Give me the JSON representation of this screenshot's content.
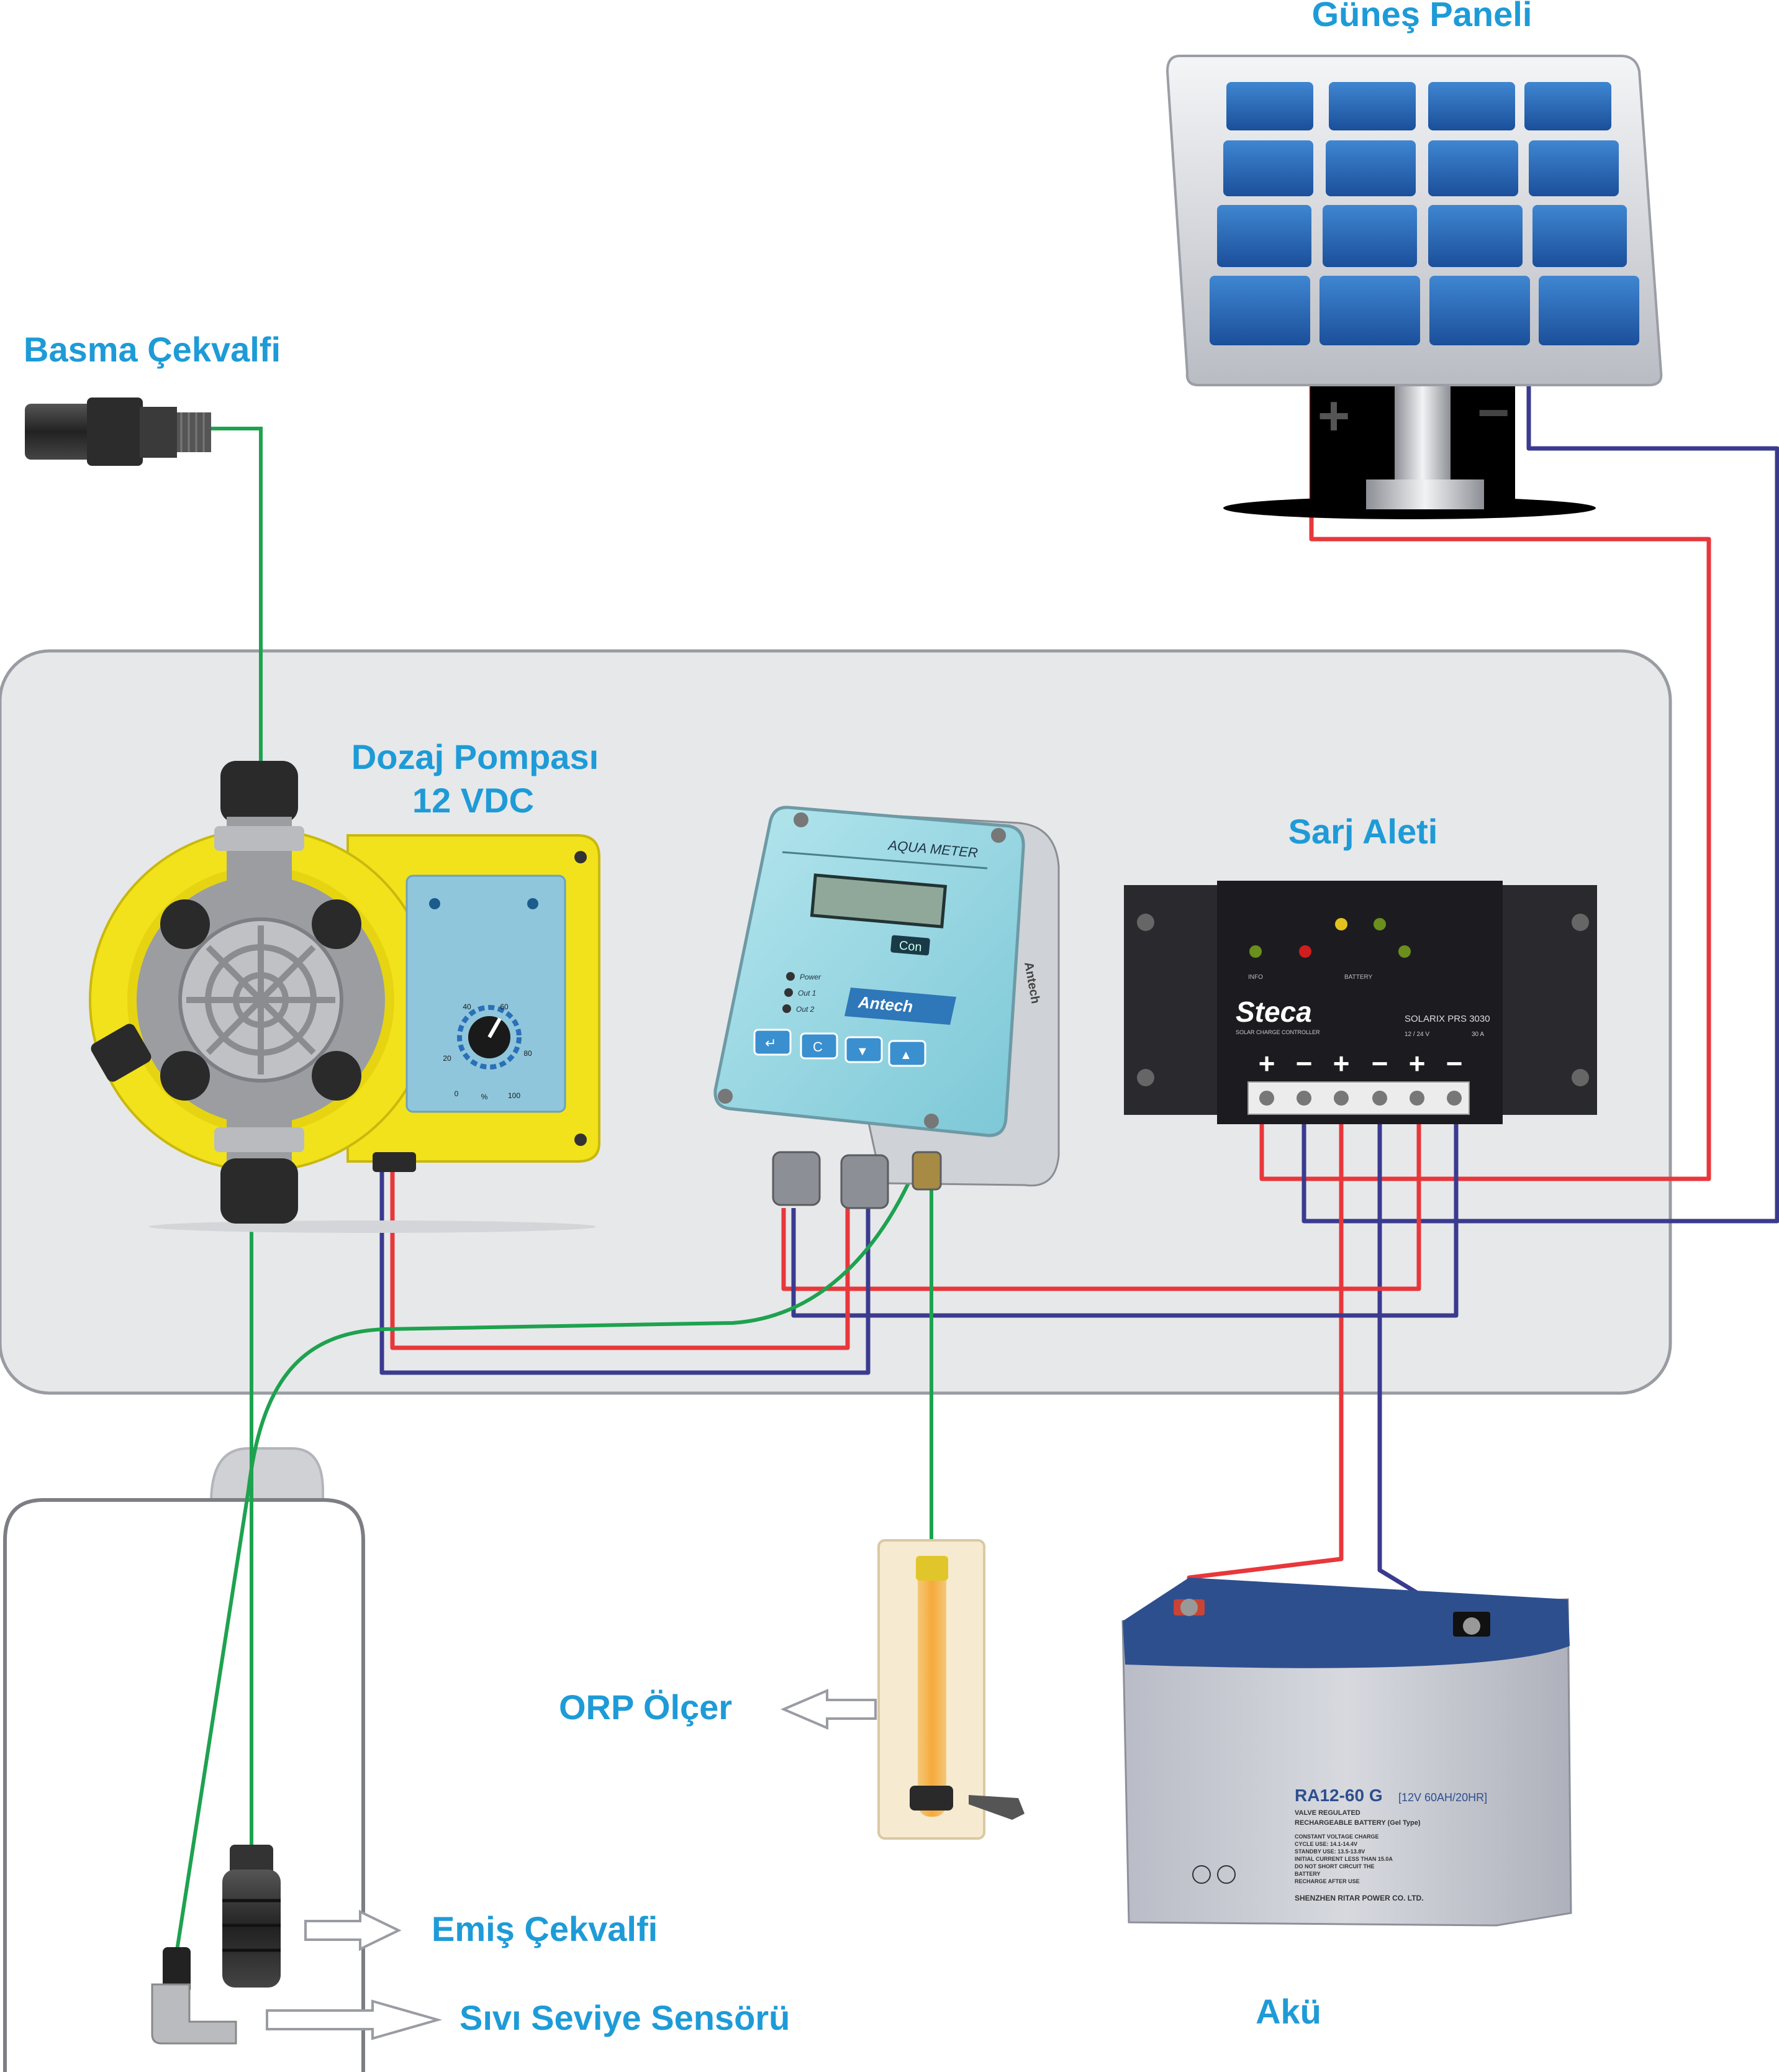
{
  "colors": {
    "label": "#1e9bd7",
    "wire_positive": "#e8373b",
    "wire_negative": "#3a3b8f",
    "wire_signal": "#1ea24f",
    "board": "#e7e8ea",
    "pump_yellow": "#f2e21b",
    "meter_blue": "#9fd8e3",
    "controller": "#2a2a2e",
    "battery_body": "#c9cbd3",
    "battery_top": "#2e4f8e",
    "solar_cell": "#2a64b0"
  },
  "labels": {
    "solar_panel": "Güneş Paneli",
    "check_valve_discharge": "Basma Çekvalfi",
    "dosing_pump_line1": "Dozaj Pompası",
    "dosing_pump_line2": "12 VDC",
    "charge_controller": "Sarj Aleti",
    "orp_meter": "ORP Ölçer",
    "suction_valve": "Emiş Çekvalfi",
    "level_sensor": "Sıvı Seviye Sensörü",
    "battery": "Akü"
  },
  "solar": {
    "plus": "+",
    "minus": "−"
  },
  "pump": {
    "dial_ticks": [
      "0",
      "20",
      "40",
      "60",
      "80",
      "100"
    ],
    "dial_unit": "%"
  },
  "aqua_meter": {
    "title": "AQUA METER",
    "con_button": "Con",
    "leds": [
      "Power",
      "Out 1",
      "Out 2"
    ],
    "brand": "Antech",
    "side_brand": "Antech",
    "keys": [
      "↵",
      "C",
      "▼",
      "▲"
    ]
  },
  "controller": {
    "led_info": "INFO",
    "led_battery": "BATTERY",
    "brand": "Steca",
    "brand_sub": "SOLAR CHARGE CONTROLLER",
    "model": "SOLARIX PRS 3030",
    "voltage": "12 / 24 V",
    "current": "30 A",
    "terminals": [
      "+",
      "−",
      "+",
      "−",
      "+",
      "−"
    ]
  },
  "battery_info": {
    "model": "RA12-60 G",
    "rating": "[12V 60AH/20HR]",
    "line1": "VALVE REGULATED",
    "line2": "RECHARGEABLE BATTERY (Gel Type)",
    "spec1": "CONSTANT VOLTAGE CHARGE",
    "spec2": "CYCLE USE: 14.1-14.4V",
    "spec3": "STANDBY USE: 13.5-13.8V",
    "spec4": "INITIAL CURRENT LESS THAN 15.0A",
    "spec5": "DO NOT SHORT CIRCUIT THE",
    "spec6": "BATTERY",
    "spec7": "RECHARGE AFTER USE",
    "maker": "SHENZHEN RITAR POWER CO. LTD."
  }
}
